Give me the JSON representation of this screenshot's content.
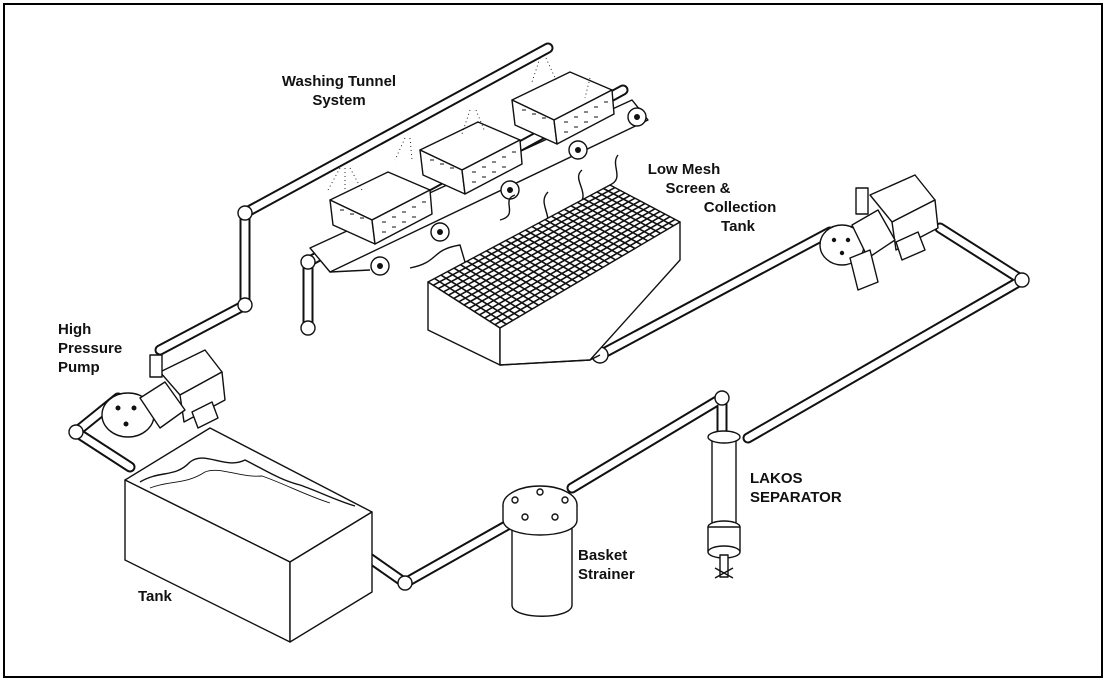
{
  "labels": {
    "washing_tunnel": [
      "Washing Tunnel",
      "System"
    ],
    "low_mesh": [
      "Low Mesh",
      "Screen &",
      "Collection",
      "Tank"
    ],
    "high_pressure_pump": [
      "High",
      "Pressure",
      "Pump"
    ],
    "lakos_separator": [
      "LAKOS",
      "SEPARATOR"
    ],
    "basket_strainer": [
      "Basket",
      "Strainer"
    ],
    "tank": [
      "Tank"
    ]
  }
}
